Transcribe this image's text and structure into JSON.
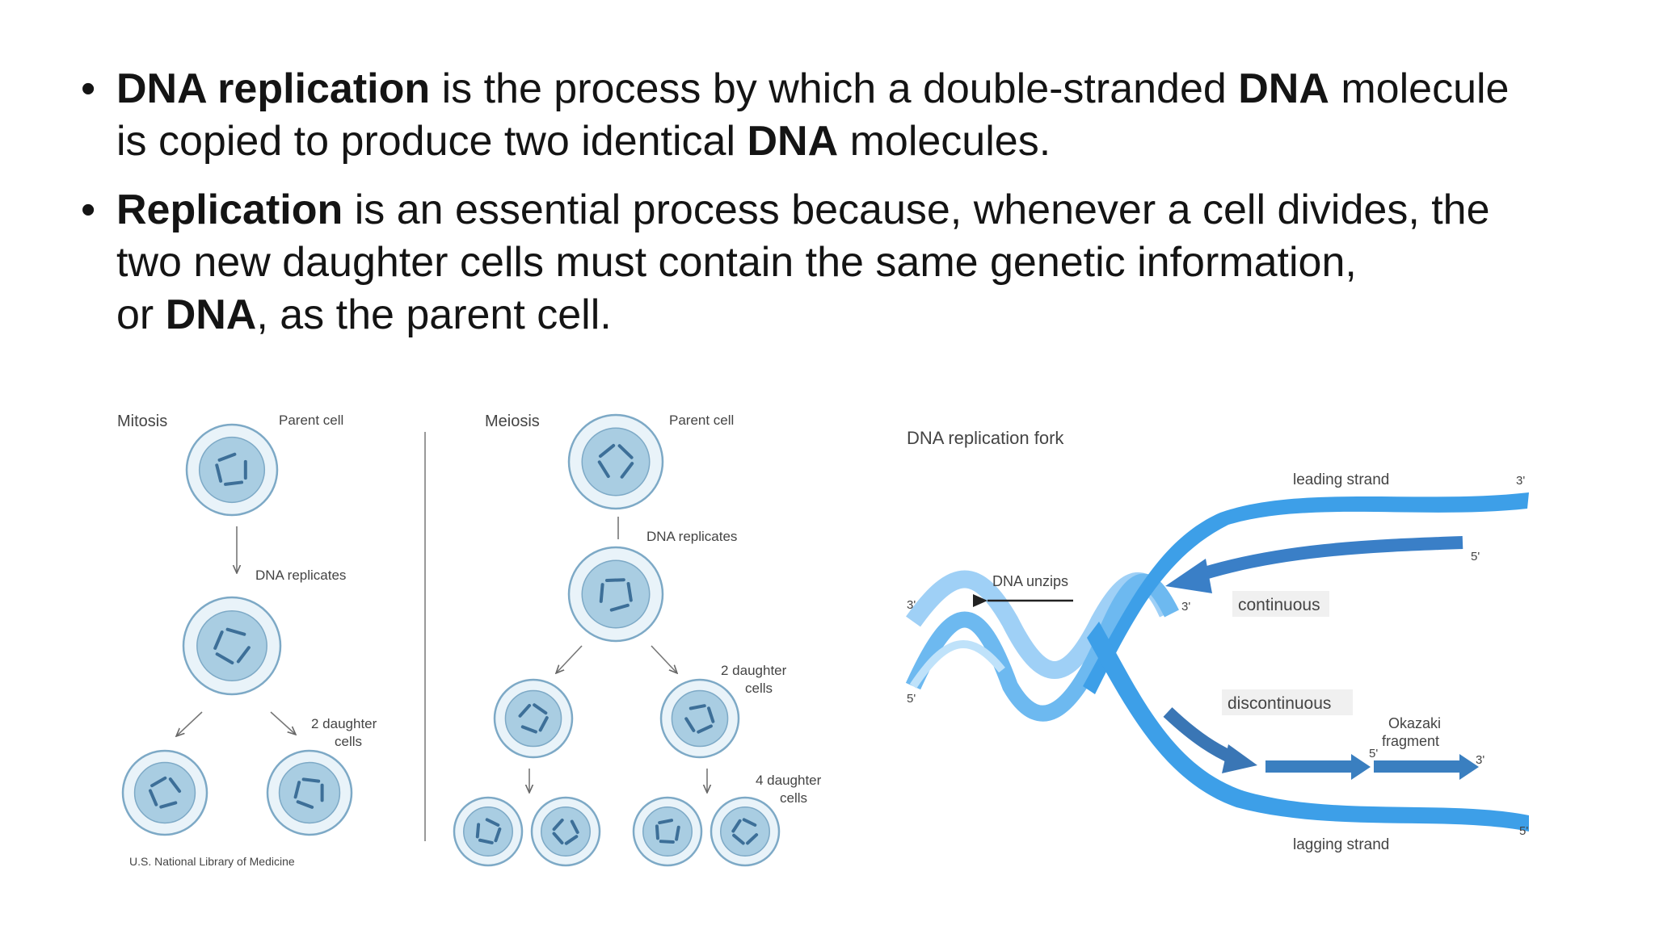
{
  "bullets": [
    {
      "dot": "•",
      "line1": {
        "b1": "DNA replication",
        "t1": " is the process by which a double-stranded ",
        "b2": "DNA",
        "t2": " molecule"
      },
      "line2": {
        "t1": "is copied to produce two identical ",
        "b1": "DNA",
        "t2": " molecules."
      }
    },
    {
      "dot": "•",
      "line1": {
        "b1": "Replication",
        "t1": " is an essential process because, whenever a cell divides, the"
      },
      "line2": {
        "t1": "two new daughter cells must contain the same genetic information,"
      },
      "line3": {
        "t1": "or ",
        "b1": "DNA",
        "t2": ", as the parent cell."
      }
    }
  ],
  "cell_division": {
    "mitosis": {
      "title": "Mitosis",
      "parent_label": "Parent cell",
      "step_label": "DNA replicates",
      "daughters_label_1": "2 daughter",
      "daughters_label_2": "cells"
    },
    "meiosis": {
      "title": "Meiosis",
      "parent_label": "Parent cell",
      "step_label": "DNA replicates",
      "daughters2_label_1": "2 daughter",
      "daughters2_label_2": "cells",
      "daughters4_label_1": "4 daughter",
      "daughters4_label_2": "cells"
    },
    "credit": "U.S. National Library of Medicine"
  },
  "replication_fork": {
    "title": "DNA replication fork",
    "leading_strand": "leading strand",
    "lagging_strand": "lagging strand",
    "unzips": "DNA unzips",
    "continuous": "continuous",
    "discontinuous": "discontinuous",
    "okazaki_1": "Okazaki",
    "okazaki_2": "fragment",
    "prime3": "3'",
    "prime5": "5'"
  },
  "colors": {
    "cell_fill": "#a9cde2",
    "cell_ring": "#e9f3f9",
    "cell_stroke": "#7da9c6",
    "strand_light": "#5fb0ee",
    "strand_mid": "#2f8fe3",
    "arrow_dark": "#3a76b5"
  }
}
